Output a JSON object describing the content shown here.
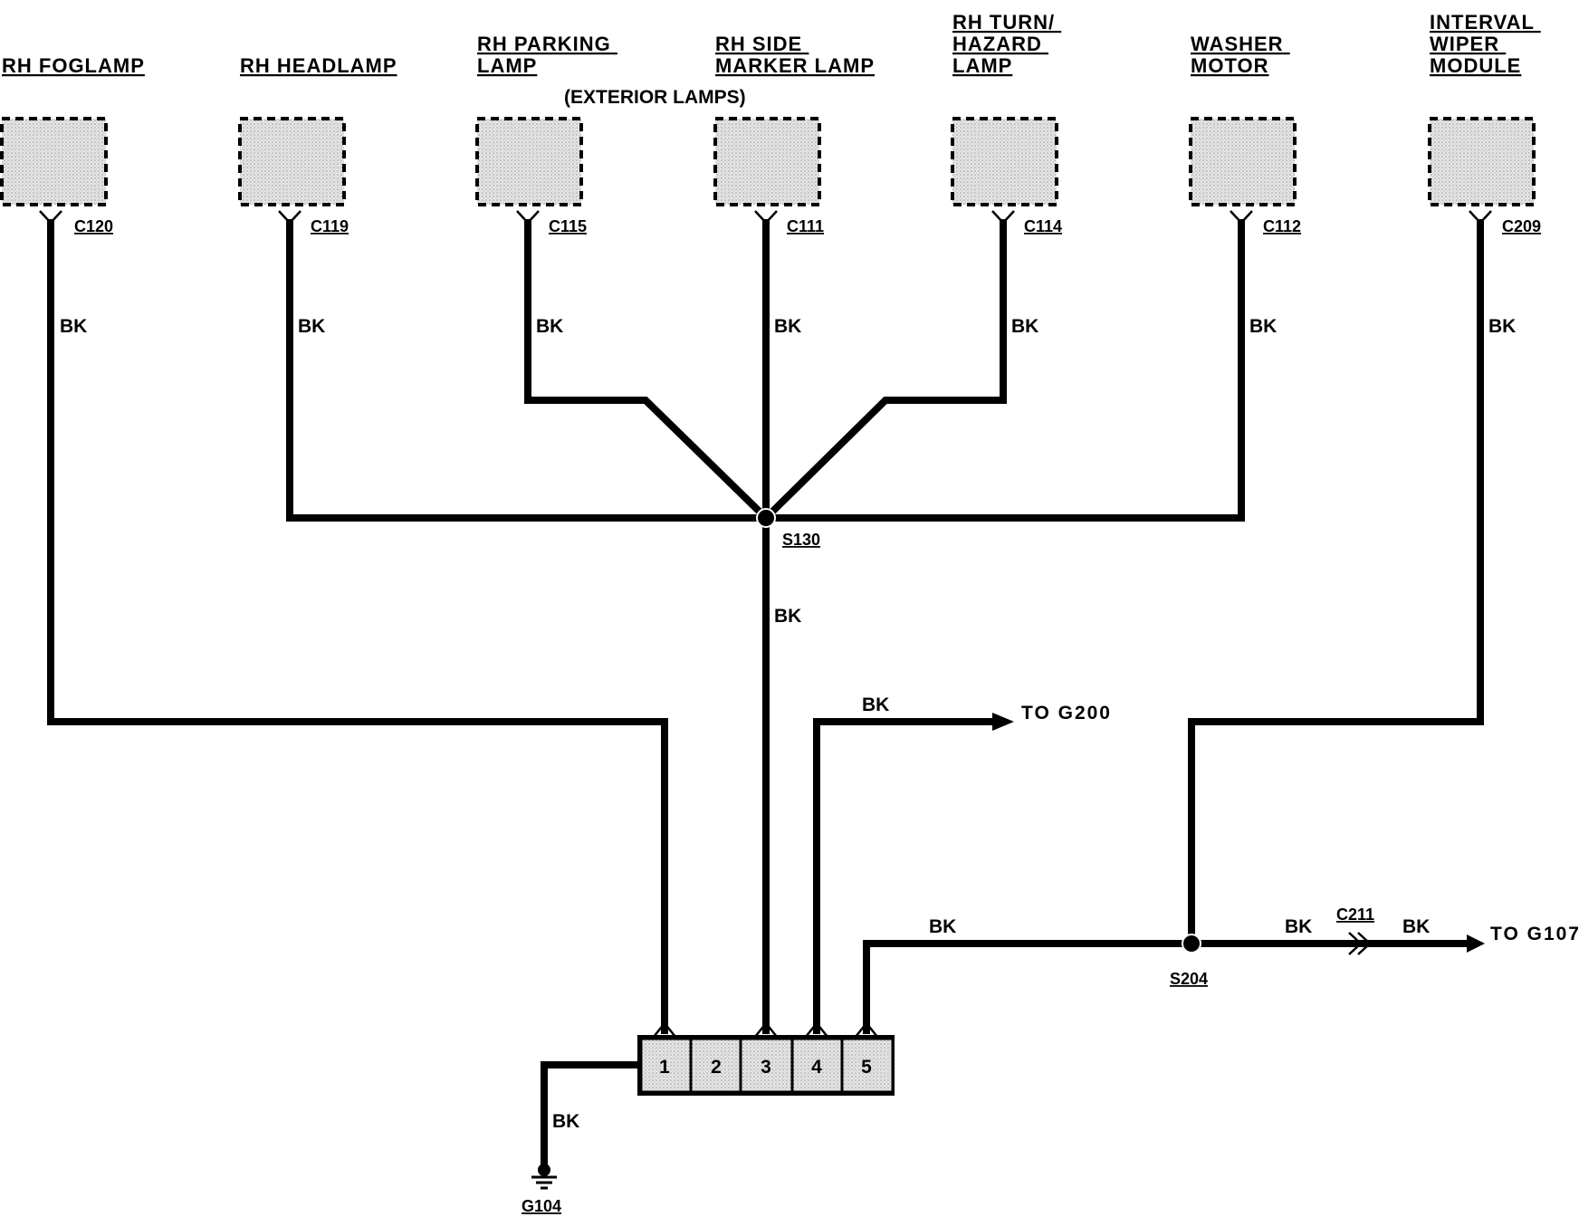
{
  "components": [
    {
      "id": "rh-foglamp",
      "title": [
        "RH  FOGLAMP"
      ],
      "connector": "C120",
      "wire_color": "BK"
    },
    {
      "id": "rh-headlamp",
      "title": [
        "RH  HEADLAMP"
      ],
      "connector": "C119",
      "wire_color": "BK"
    },
    {
      "id": "rh-parking-lamp",
      "title": [
        "RH  PARKING",
        "LAMP"
      ],
      "connector": "C115",
      "wire_color": "BK"
    },
    {
      "id": "rh-side-marker-lamp",
      "title": [
        "RH  SIDE",
        "MARKER  LAMP"
      ],
      "connector": "C111",
      "wire_color": "BK"
    },
    {
      "id": "rh-turn-hazard-lamp",
      "title": [
        "RH  TURN/",
        "HAZARD",
        "LAMP"
      ],
      "connector": "C114",
      "wire_color": "BK"
    },
    {
      "id": "washer-motor",
      "title": [
        "WASHER",
        "MOTOR"
      ],
      "connector": "C112",
      "wire_color": "BK"
    },
    {
      "id": "interval-wiper-module",
      "title": [
        "INTERVAL",
        "WIPER",
        "MODULE"
      ],
      "connector": "C209",
      "wire_color": "BK"
    }
  ],
  "group_label": "(EXTERIOR LAMPS)",
  "splices": {
    "s130": "S130",
    "s204": "S204"
  },
  "wire_colors": {
    "s130_down": "BK",
    "to_g200": "BK",
    "pin5_to_s204": "BK",
    "s204_to_c211": "BK",
    "c211_to_g107": "BK",
    "ground_g104": "BK"
  },
  "destinations": {
    "g200": "TO  G200",
    "g107": "TO  G107"
  },
  "inline_connector": "C211",
  "ground": "G104",
  "ground_block": {
    "pins": [
      "1",
      "2",
      "3",
      "4",
      "5"
    ]
  },
  "colors": {
    "wire": "#000000",
    "component_fill": "#e4e4e4",
    "background": "#ffffff"
  }
}
